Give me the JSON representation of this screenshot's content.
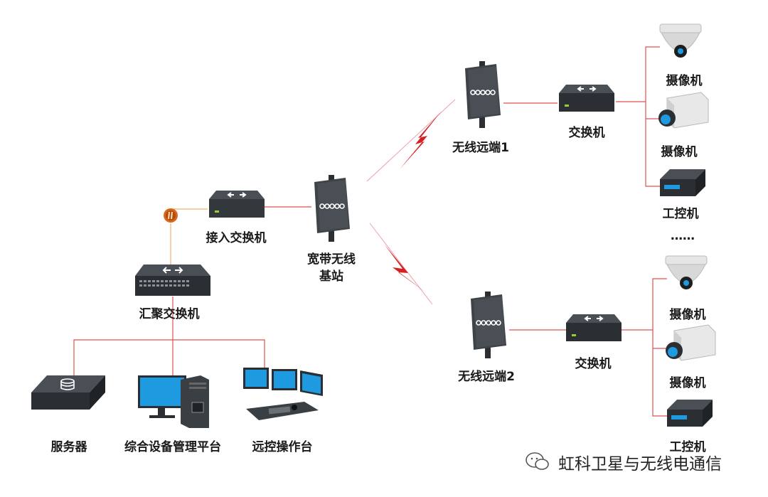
{
  "colors": {
    "link": "#e05050",
    "uplink": "#f0b070",
    "wireless": "#d42020",
    "device": "#3a3f44"
  },
  "icons": {
    "server": "server-icon",
    "platform": "workstation-icon",
    "console": "control-desk-icon",
    "core_switch": "switch-icon",
    "access_switch": "switch-icon",
    "base_station": "wireless-panel-antenna-icon",
    "remote": "wireless-panel-antenna-icon",
    "camera_dome": "dome-camera-icon",
    "camera_box": "box-camera-icon",
    "ipc": "industrial-pc-icon",
    "firewall": "firewall-icon"
  },
  "labels": {
    "access_switch": "接入交换机",
    "core_switch": "汇聚交换机",
    "base_station_line1": "宽带无线",
    "base_station_line2": "基站",
    "server": "服务器",
    "platform": "综合设备管理平台",
    "console": "远控操作台",
    "remote1": "无线远端1",
    "remote2": "无线远端2",
    "switch1": "交换机",
    "switch2": "交换机",
    "cam1": "摄像机",
    "cam2": "摄像机",
    "ipc1": "工控机",
    "cam3": "摄像机",
    "cam4": "摄像机",
    "ipc2": "工控机",
    "ellipsis": "……"
  },
  "watermark": "虹科卫星与无线电通信"
}
